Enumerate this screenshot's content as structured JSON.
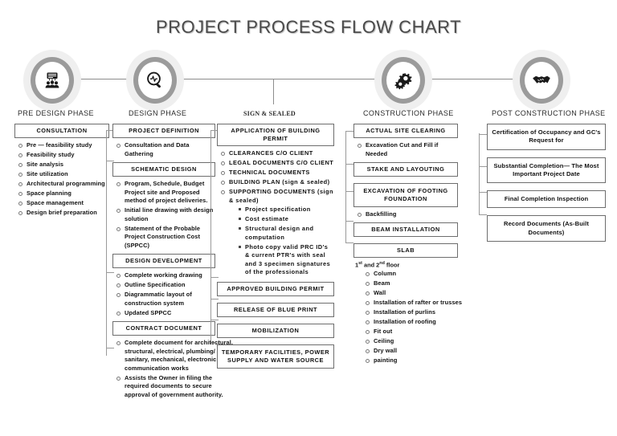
{
  "title": "PROJECT PROCESS FLOW CHART",
  "phases": [
    {
      "id": "pre-design",
      "label": "PRE DESIGN PHASE",
      "icon": "presentation-team-icon"
    },
    {
      "id": "design",
      "label": "DESIGN PHASE",
      "icon": "magnifier-pulse-icon"
    },
    {
      "id": "sign-sealed",
      "label": "SIGN & SEALED",
      "icon": "none"
    },
    {
      "id": "construction",
      "label": "CONSTRUCTION PHASE",
      "icon": "gears-icon"
    },
    {
      "id": "post-construction",
      "label": "POST CONSTRUCTION PHASE",
      "icon": "handshake-icon"
    }
  ],
  "columns": {
    "pre_design": {
      "heading": "CONSULTATION",
      "items": [
        "Pre — feasibility study",
        "Feasibility study",
        "Site analysis",
        "Site utilization",
        "Architectural programming",
        "Space planning",
        "Space management",
        "Design brief preparation"
      ]
    },
    "design": {
      "groups": [
        {
          "heading": "PROJECT DEFINITION",
          "items": [
            "Consultation and Data Gathering"
          ]
        },
        {
          "heading": "SCHEMATIC DESIGN",
          "items": [
            "Program, Schedule, Budget Project site and Proposed method of project deliveries.",
            "Initial line drawing with design solution",
            "Statement of the Probable Project Construction Cost (SPPCC)"
          ]
        },
        {
          "heading": "DESIGN DEVELOPMENT",
          "items": [
            "Complete working drawing",
            "Outline Specification",
            "Diagrammatic layout of construction system",
            "Updated SPPCC"
          ]
        },
        {
          "heading": "CONTRACT DOCUMENT",
          "items": [
            "Complete document for architectural, structural, electrical, plumbing/ sanitary, mechanical, electronic and communication works",
            "Assists the Owner in filing the required documents to secure approval of government authority."
          ]
        }
      ]
    },
    "sign_sealed": {
      "heading": "APPLICATION OF BUILDING PERMIT",
      "items": [
        {
          "text": "CLEARANCES C/O CLIENT"
        },
        {
          "text": "LEGAL DOCUMENTS C/O CLIENT"
        },
        {
          "text": "TECHNICAL DOCUMENTS"
        },
        {
          "text": "BUILDING PLAN (sign & sealed)"
        },
        {
          "text": "SUPPORTING DOCUMENTS (sign & sealed)",
          "sub": [
            "Project specification",
            "Cost estimate",
            "Structural design and computation",
            "Photo copy valid PRC ID's & current PTR's with seal and 3 specimen signatures of the professionals"
          ]
        }
      ],
      "boxes": [
        "APPROVED BUILDING PERMIT",
        "RELEASE OF BLUE PRINT",
        "MOBILIZATION",
        "TEMPORARY FACILITIES, POWER SUPPLY AND WATER SOURCE"
      ]
    },
    "construction": {
      "blocks": [
        {
          "heading": "ACTUAL SITE CLEARING",
          "items": [
            "Excavation Cut and Fill if Needed"
          ]
        },
        {
          "heading": "STAKE AND LAYOUTING",
          "items": []
        },
        {
          "heading": "EXCAVATION OF FOOTING FOUNDATION",
          "items": [
            "Backfilling"
          ]
        },
        {
          "heading": "BEAM INSTALLATION",
          "items": []
        },
        {
          "heading": "SLAB",
          "items": []
        }
      ],
      "floor_note": "1st and 2nd floor",
      "floor_note_parts": {
        "first": "1",
        "first_sup": "st",
        "mid": " and 2",
        "second_sup": "nd",
        "tail": " floor"
      },
      "floor_items": [
        "Column",
        "Beam",
        "Wall",
        "Installation of rafter or trusses",
        "Installation of purlins",
        "Installation of roofing",
        "Fit out",
        "Ceiling",
        "Dry wall",
        "painting"
      ]
    },
    "post_construction": {
      "boxes": [
        "Certification of Occupancy and GC's Request for",
        "Substantial Completion— The Most Important Project Date",
        "Final Completion Inspection",
        "Record Documents (As-Built Documents)"
      ]
    }
  },
  "colors": {
    "title": "#4a4a4a",
    "box_border": "#6d6d6d",
    "connector": "#9a9a9a",
    "medallion_outer": "#efefef",
    "medallion_ring": "#9b9b9b",
    "text": "#111111"
  }
}
